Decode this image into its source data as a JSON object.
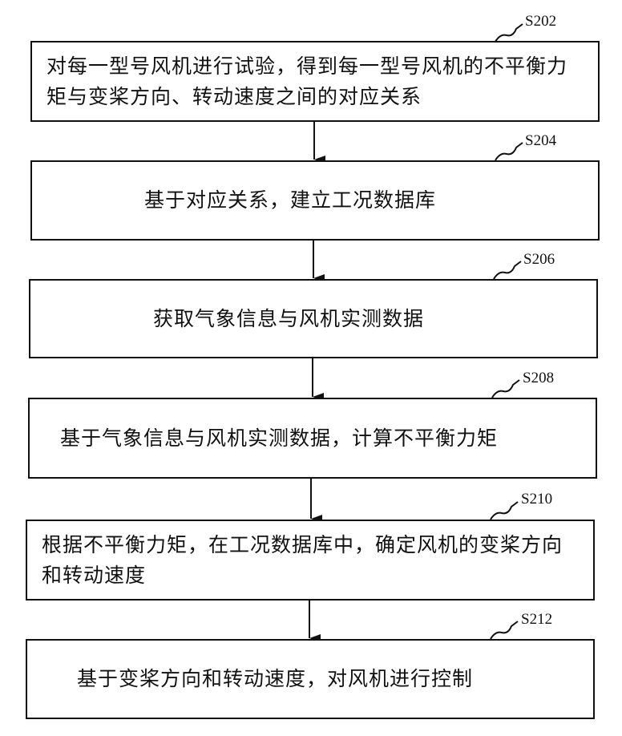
{
  "steps": [
    {
      "id": "S202",
      "text": "对每一型号风机进行试验，得到每一型号风机的不平衡力矩与变桨方向、转动速度之间的对应关系"
    },
    {
      "id": "S204",
      "text": "基于对应关系，建立工况数据库"
    },
    {
      "id": "S206",
      "text": "获取气象信息与风机实测数据"
    },
    {
      "id": "S208",
      "text": "基于气象信息与风机实测数据，计算不平衡力矩"
    },
    {
      "id": "S210",
      "text": "根据不平衡力矩，在工况数据库中，确定风机的变桨方向和转动速度"
    },
    {
      "id": "S212",
      "text": "基于变桨方向和转动速度，对风机进行控制"
    }
  ]
}
